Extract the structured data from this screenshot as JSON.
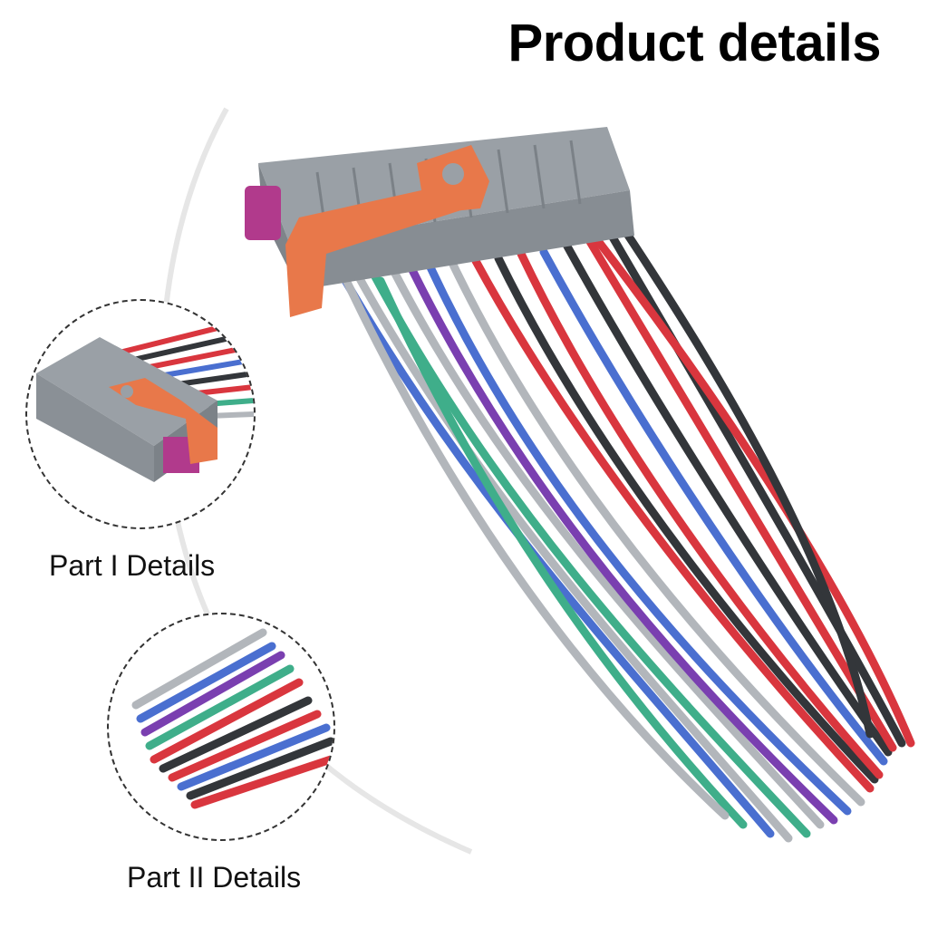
{
  "page": {
    "title": "Product details",
    "details": [
      {
        "caption": "Part I Details"
      },
      {
        "caption": "Part II Details"
      }
    ]
  },
  "colors": {
    "connector": "#9aa0a6",
    "latch": "#e8784a",
    "seal": "#b13a8c",
    "wire_red": "#d9363e",
    "wire_black": "#33363a",
    "wire_blue": "#4a6fd0",
    "wire_gray": "#b2b6bb",
    "wire_green": "#3fae8a",
    "wire_purple": "#7a3fb0"
  }
}
